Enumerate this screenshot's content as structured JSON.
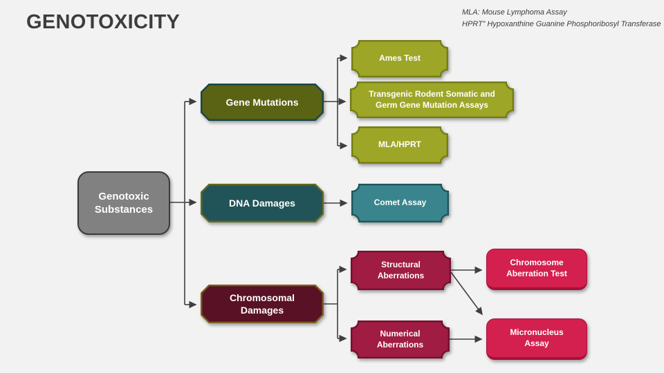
{
  "page": {
    "title": "GENOTOXICITY"
  },
  "legend": {
    "line1": "MLA: Mouse Lymphoma Assay",
    "line2": "HPRT” Hypoxanthine Guanine Phosphoribosyl Transferase"
  },
  "diagram": {
    "root": {
      "label": "Genotoxic Substances"
    },
    "categories": {
      "gene_mutations": {
        "label": "Gene Mutations"
      },
      "dna_damages": {
        "label": "DNA Damages"
      },
      "chromosomal_damages": {
        "label": "Chromosomal Damages"
      }
    },
    "tests": {
      "ames": {
        "label": "Ames Test"
      },
      "transgenic": {
        "label": "Transgenic Rodent Somatic and Germ Gene Mutation Assays"
      },
      "mla_hprt": {
        "label": "MLA/HPRT"
      },
      "comet": {
        "label": "Comet Assay"
      },
      "structural": {
        "label": "Structural Aberrations"
      },
      "numerical": {
        "label": "Numerical Aberrations"
      },
      "chromosome_aberration_test": {
        "label": "Chromosome Aberration Test"
      },
      "micronucleus": {
        "label": "Micronucleus Assay"
      }
    }
  },
  "theme": {
    "background": "#f2f2f2",
    "title_text": "#3d3d3d",
    "box_text": "#ffffff",
    "connector": "#3f3f3f",
    "gray_fill": "#818181",
    "gray_border": "#3a3a3a",
    "dark_olive_fill": "#5a6214",
    "dark_teal_border": "#17454a",
    "olive_fill": "#9ea627",
    "olive_border": "#747d15",
    "dark_teal_fill": "#215459",
    "olive_dark_border": "#656a1c",
    "teal_fill": "#3a858d",
    "teal_border": "#1e565c",
    "maroon_fill": "#591126",
    "gold_border": "#7a611c",
    "crimson_fill": "#a01c42",
    "crimson_border": "#741030",
    "bright_crimson_fill": "#d4204e",
    "bright_crimson_border": "#a81038"
  }
}
